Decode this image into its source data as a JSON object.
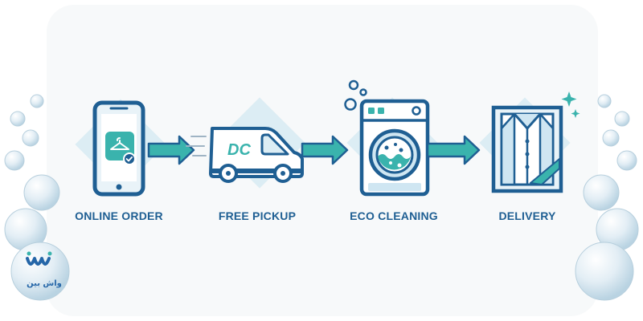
{
  "steps": [
    {
      "label": "ONLINE ORDER",
      "icon": "smartphone-hanger-icon"
    },
    {
      "label": "FREE PICKUP",
      "icon": "delivery-van-icon"
    },
    {
      "label": "ECO CLEANING",
      "icon": "washing-machine-icon"
    },
    {
      "label": "DELIVERY",
      "icon": "folded-shirt-icon"
    }
  ],
  "van_logo": "DC",
  "brand": {
    "name": "واش بين",
    "logo_mark": "W"
  },
  "colors": {
    "primary": "#1f5f93",
    "accent": "#3ab3ad",
    "light_blue": "#cfe6f2",
    "diamond": "#dcedf4",
    "bubble": "#cfe3ee"
  }
}
